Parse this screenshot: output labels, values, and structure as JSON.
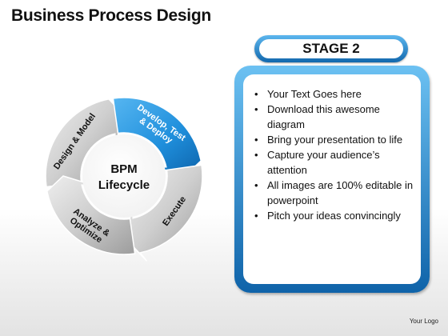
{
  "title": "Business Process Design",
  "cycle": {
    "center_line1": "BPM",
    "center_line2": "Lifecycle",
    "segments": [
      {
        "id": "design",
        "lines": [
          "Design & Model"
        ]
      },
      {
        "id": "develop",
        "lines": [
          "Develop, Test",
          "& Deploy"
        ]
      },
      {
        "id": "execute",
        "lines": [
          "Execute"
        ]
      },
      {
        "id": "analyze",
        "lines": [
          "Analyze &",
          "Optimize"
        ]
      }
    ]
  },
  "colors": {
    "accent": "#1f8fdc",
    "accent_dark": "#0f63a9",
    "segment_gray": "#c9c9c9"
  },
  "stage": {
    "label": "STAGE 2"
  },
  "bullets": [
    "Your Text Goes here",
    "Download this awesome diagram",
    "Bring your presentation to life",
    "Capture your audience’s attention",
    "All images are 100% editable in powerpoint",
    "Pitch your ideas convincingly"
  ],
  "logo": "Your Logo"
}
